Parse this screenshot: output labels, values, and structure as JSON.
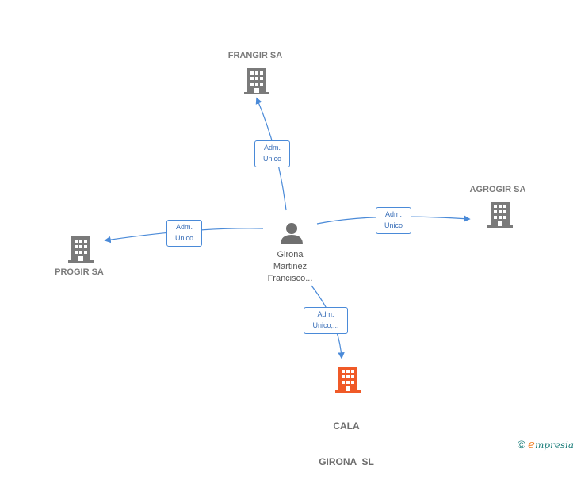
{
  "colors": {
    "edge": "#4a8ad8",
    "company_icon": "#7a7a7a",
    "focus_company_icon": "#f05a28",
    "person_icon": "#6f6f6f"
  },
  "person": {
    "icon": "person-icon",
    "name_lines": [
      "Girona",
      "Martinez",
      "Francisco..."
    ]
  },
  "companies": {
    "frangir": {
      "name": "FRANGIR SA",
      "icon": "building-icon"
    },
    "agrogir": {
      "name": "AGROGIR SA",
      "icon": "building-icon"
    },
    "progir": {
      "name": "PROGIR SA",
      "icon": "building-icon"
    },
    "cala_girona": {
      "name_lines": [
        "CALA",
        "GIRONA  SL"
      ],
      "icon": "building-icon"
    }
  },
  "relations": {
    "frangir": [
      "Adm.",
      "Unico"
    ],
    "agrogir": [
      "Adm.",
      "Unico"
    ],
    "progir": [
      "Adm.",
      "Unico"
    ],
    "cala_girona": [
      "Adm.",
      "Unico,..."
    ]
  },
  "brand": {
    "copyright": "©",
    "e": "e",
    "rest": "mpresia"
  }
}
